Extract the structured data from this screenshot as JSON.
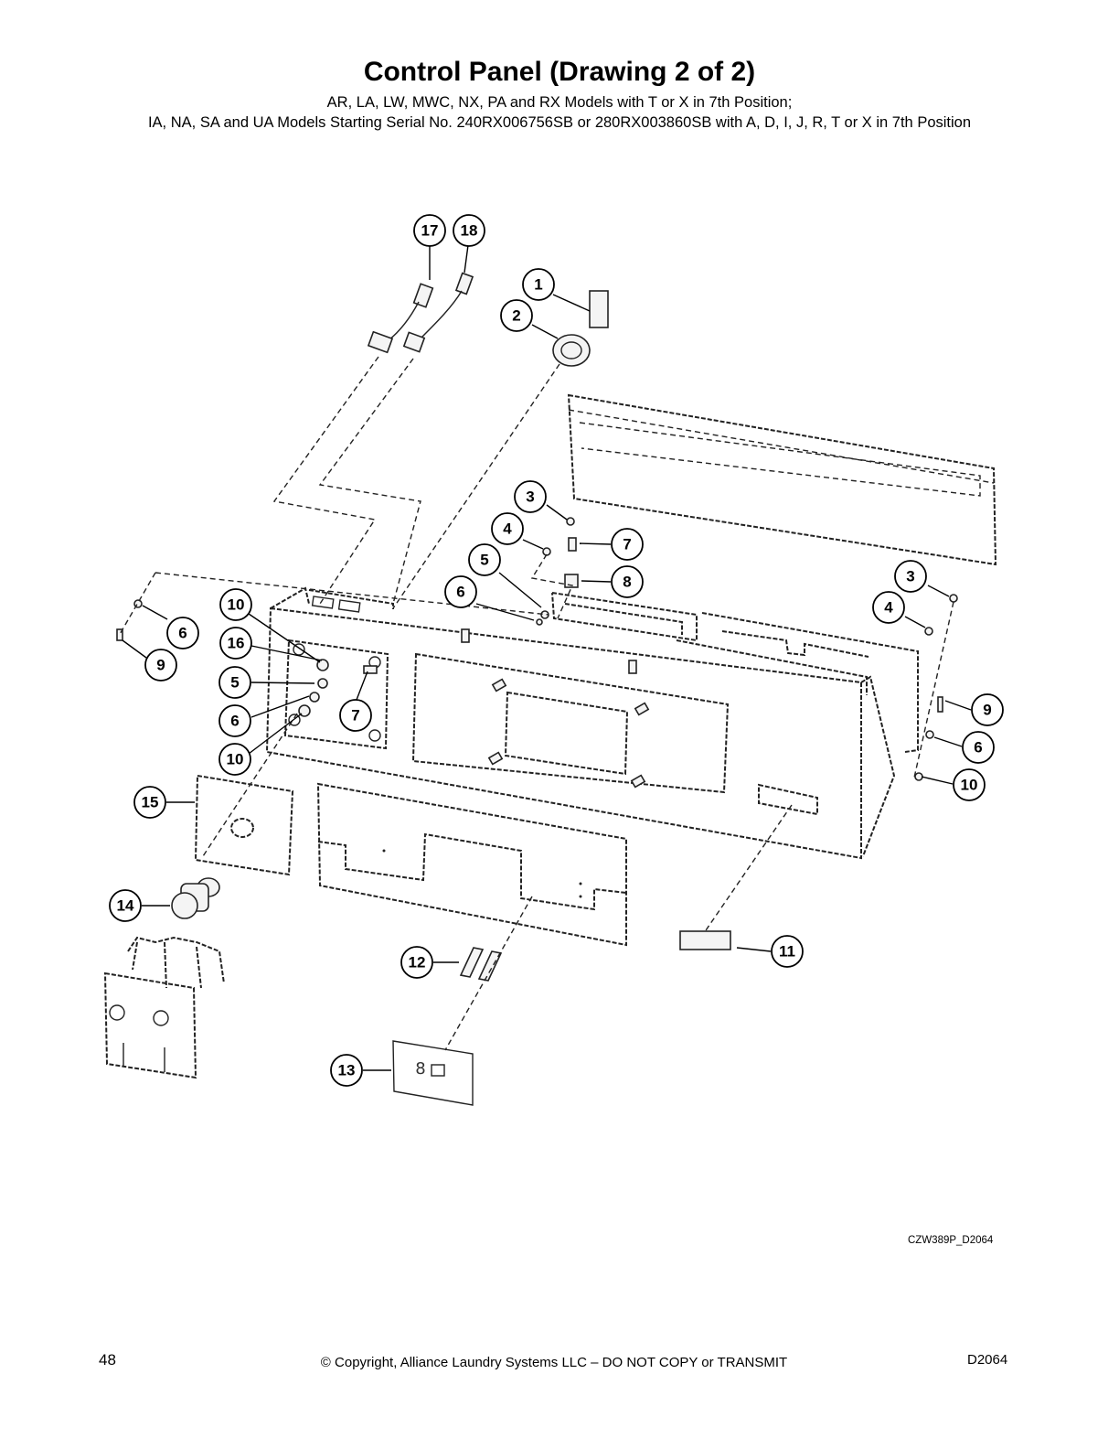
{
  "header": {
    "title": "Control Panel (Drawing 2 of 2)",
    "subtitle_line1": "AR, LA, LW, MWC, NX, PA and RX Models with T or X in 7th Position;",
    "subtitle_line2": "IA, NA, SA and UA Models Starting Serial No. 240RX006756SB or 280RX003860SB with A, D, I, J, R, T or X in 7th Position"
  },
  "callouts": [
    "17",
    "18",
    "1",
    "2",
    "3",
    "4",
    "7",
    "5",
    "8",
    "6",
    "3",
    "4",
    "10",
    "6",
    "16",
    "9",
    "5",
    "6",
    "7",
    "9",
    "10",
    "6",
    "10",
    "15",
    "14",
    "12",
    "11",
    "13"
  ],
  "drawing_id": "CZW389P_D2064",
  "footer": {
    "page_number": "48",
    "copyright": "© Copyright, Alliance Laundry Systems LLC – DO NOT COPY or TRANSMIT",
    "doc_code": "D2064"
  }
}
